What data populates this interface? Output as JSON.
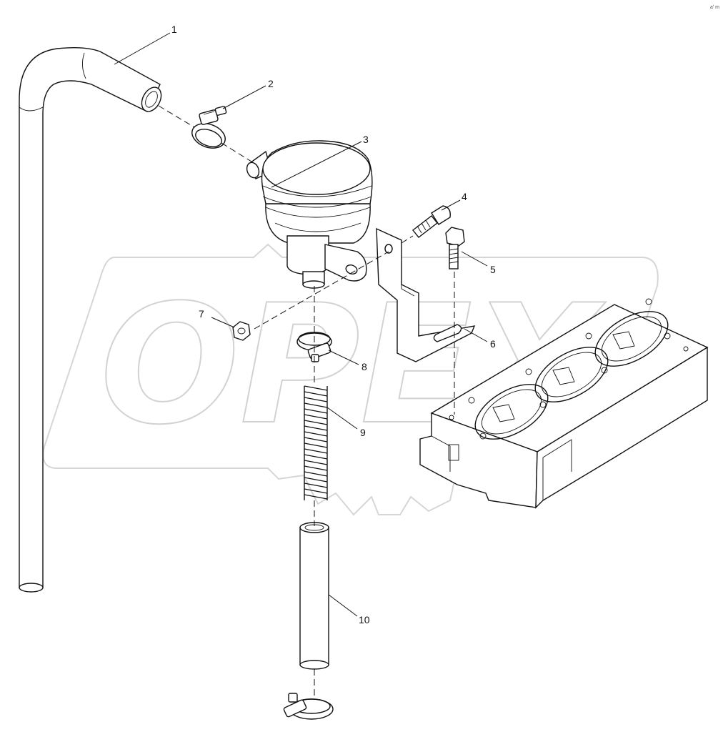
{
  "diagram": {
    "type": "exploded-parts-view",
    "watermark_text": "OPEX",
    "corner_mark": "a' m"
  },
  "callouts": [
    {
      "id": "c1",
      "label": "1"
    },
    {
      "id": "c2",
      "label": "2"
    },
    {
      "id": "c3",
      "label": "3"
    },
    {
      "id": "c4",
      "label": "4"
    },
    {
      "id": "c5",
      "label": "5"
    },
    {
      "id": "c6",
      "label": "6"
    },
    {
      "id": "c7",
      "label": "7"
    },
    {
      "id": "c8",
      "label": "8"
    },
    {
      "id": "c9",
      "label": "9"
    },
    {
      "id": "c10",
      "label": "10"
    }
  ]
}
